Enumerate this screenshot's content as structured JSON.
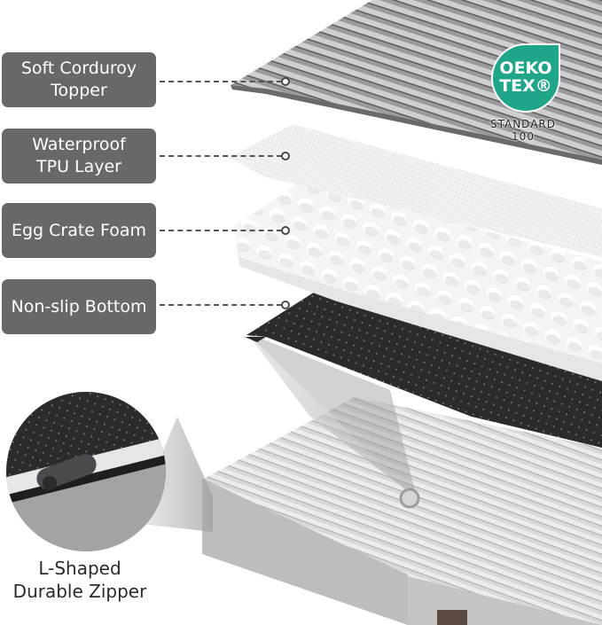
{
  "layers": [
    {
      "label_line1": "Soft Corduroy",
      "label_line2": "Topper"
    },
    {
      "label_line1": "Waterproof",
      "label_line2": "TPU Layer"
    },
    {
      "label_line1": "Egg Crate Foam",
      "label_line2": ""
    },
    {
      "label_line1": "Non-slip Bottom",
      "label_line2": ""
    }
  ],
  "badge": {
    "line1": "OEKO",
    "line2": "TEX®",
    "standard_line1": "STANDARD",
    "standard_line2": "100",
    "color": "#1fa68a"
  },
  "zipper": {
    "caption_line1": "L-Shaped",
    "caption_line2": "Durable Zipper"
  },
  "colors": {
    "label_bg": "#67676c",
    "label_text": "#ffffff",
    "leader": "#555559",
    "background": "#ffffff"
  }
}
